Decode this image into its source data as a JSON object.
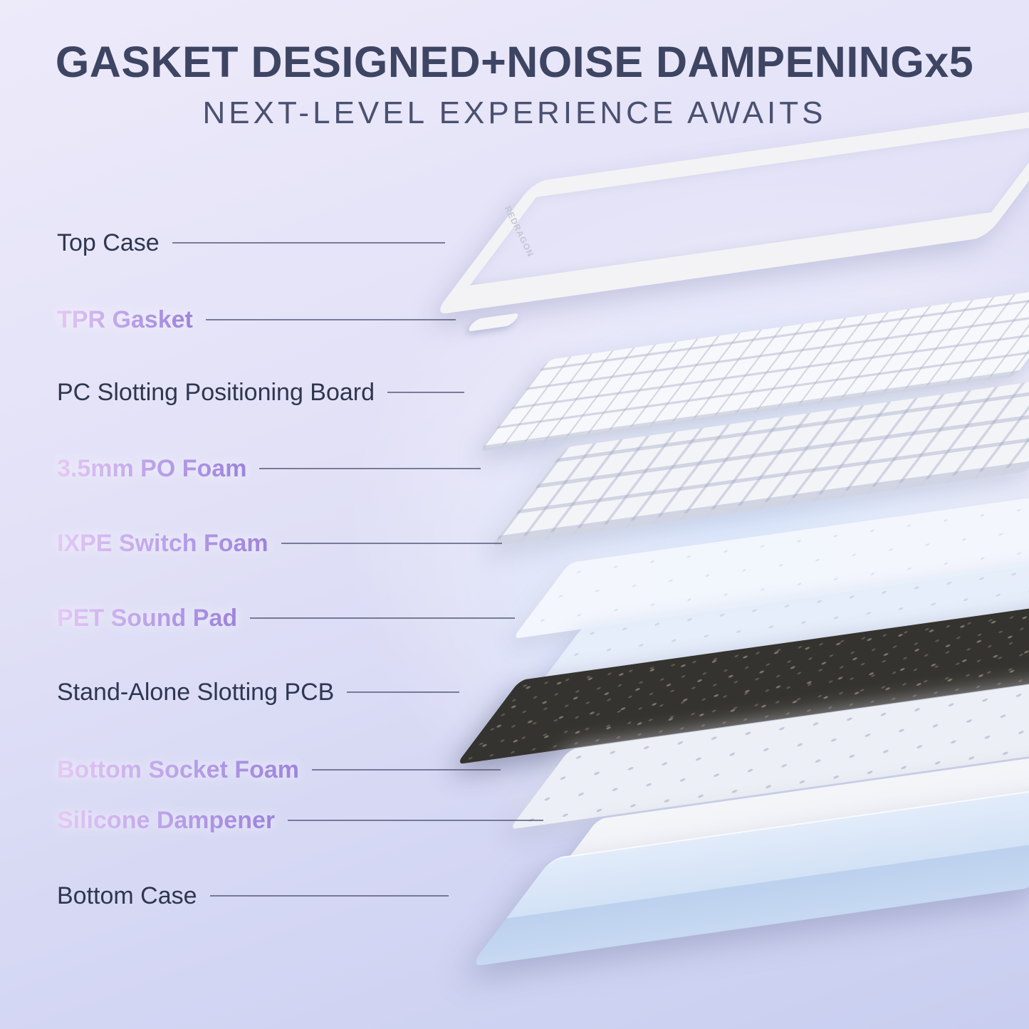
{
  "header": {
    "title": "GASKET DESIGNED+NOISE DAMPENINGx5",
    "subtitle": "NEXT-LEVEL EXPERIENCE AWAITS"
  },
  "colors": {
    "background_start": "#edeafa",
    "background_end": "#c8cef0",
    "title_text": "#3e4562",
    "label_dark": "#2f3650",
    "label_purple_start": "#e6c9f5",
    "label_purple_end": "#9d83dc",
    "leader_line": "#5c6180",
    "layer_white": "#f3f3f6",
    "layer_pcb_dark": "#35332f",
    "bottom_case_blue": "#c7d9f2"
  },
  "diagram": {
    "type": "exploded-keyboard-layers",
    "brand": "REDRAGON",
    "labels": [
      {
        "text": "Top Case",
        "style": "dark"
      },
      {
        "text": "TPR Gasket",
        "style": "purple"
      },
      {
        "text": "PC Slotting Positioning Board",
        "style": "dark"
      },
      {
        "text": "3.5mm PO Foam",
        "style": "purple"
      },
      {
        "text": "IXPE Switch Foam",
        "style": "purple"
      },
      {
        "text": "PET Sound Pad",
        "style": "purple"
      },
      {
        "text": "Stand-Alone Slotting PCB",
        "style": "dark"
      },
      {
        "text": "Bottom Socket Foam",
        "style": "purple"
      },
      {
        "text": "Silicone Dampener",
        "style": "purple"
      },
      {
        "text": "Bottom Case",
        "style": "dark"
      }
    ]
  }
}
